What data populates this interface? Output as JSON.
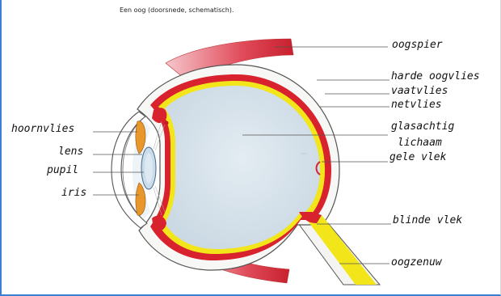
{
  "caption": "Een oog (doorsnede, schematisch).",
  "labels": {
    "oogspier": "oogspier",
    "harde_oogvlies": "harde oogvlies",
    "vaatvlies": "vaatvlies",
    "netvlies": "netvlies",
    "glasachtig": "glasachtig",
    "lichaam": "lichaam",
    "gele_vlek": "gele vlek",
    "blinde_vlek": "blinde vlek",
    "oogzenuw": "oogzenuw",
    "hoornvlies": "hoornvlies",
    "lens": "lens",
    "pupil": "pupil",
    "iris": "iris"
  },
  "colors": {
    "sclera_fill": "#f7f7f5",
    "vitreous_fill": "#dbe6ee",
    "choroid_red": "#d8232f",
    "retina_yellow": "#f2e51a",
    "iris_orange": "#e9962a",
    "lens_blue": "#c9dcea",
    "muscle_red": "#e04b5a",
    "frame_blue": "#3a7fd0"
  }
}
